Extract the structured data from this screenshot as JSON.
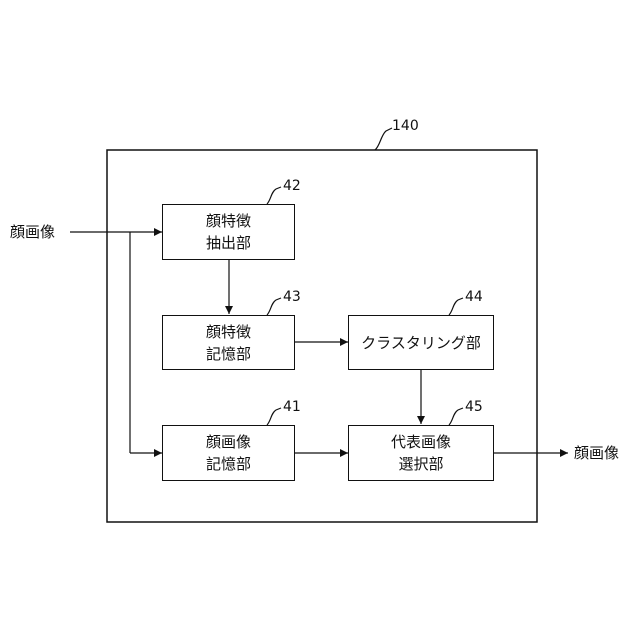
{
  "outer_block": {
    "ref": "140"
  },
  "blocks": {
    "feature_extraction": {
      "ref": "42",
      "line1": "顔特徴",
      "line2": "抽出部"
    },
    "feature_storage": {
      "ref": "43",
      "line1": "顔特徴",
      "line2": "記憶部"
    },
    "clustering": {
      "ref": "44",
      "line1": "クラスタリング部"
    },
    "image_storage": {
      "ref": "41",
      "line1": "顔画像",
      "line2": "記憶部"
    },
    "representative": {
      "ref": "45",
      "line1": "代表画像",
      "line2": "選択部"
    }
  },
  "input_label": "顔画像",
  "output_label": "顔画像",
  "colors": {
    "line": "#111111",
    "background": "#ffffff"
  }
}
